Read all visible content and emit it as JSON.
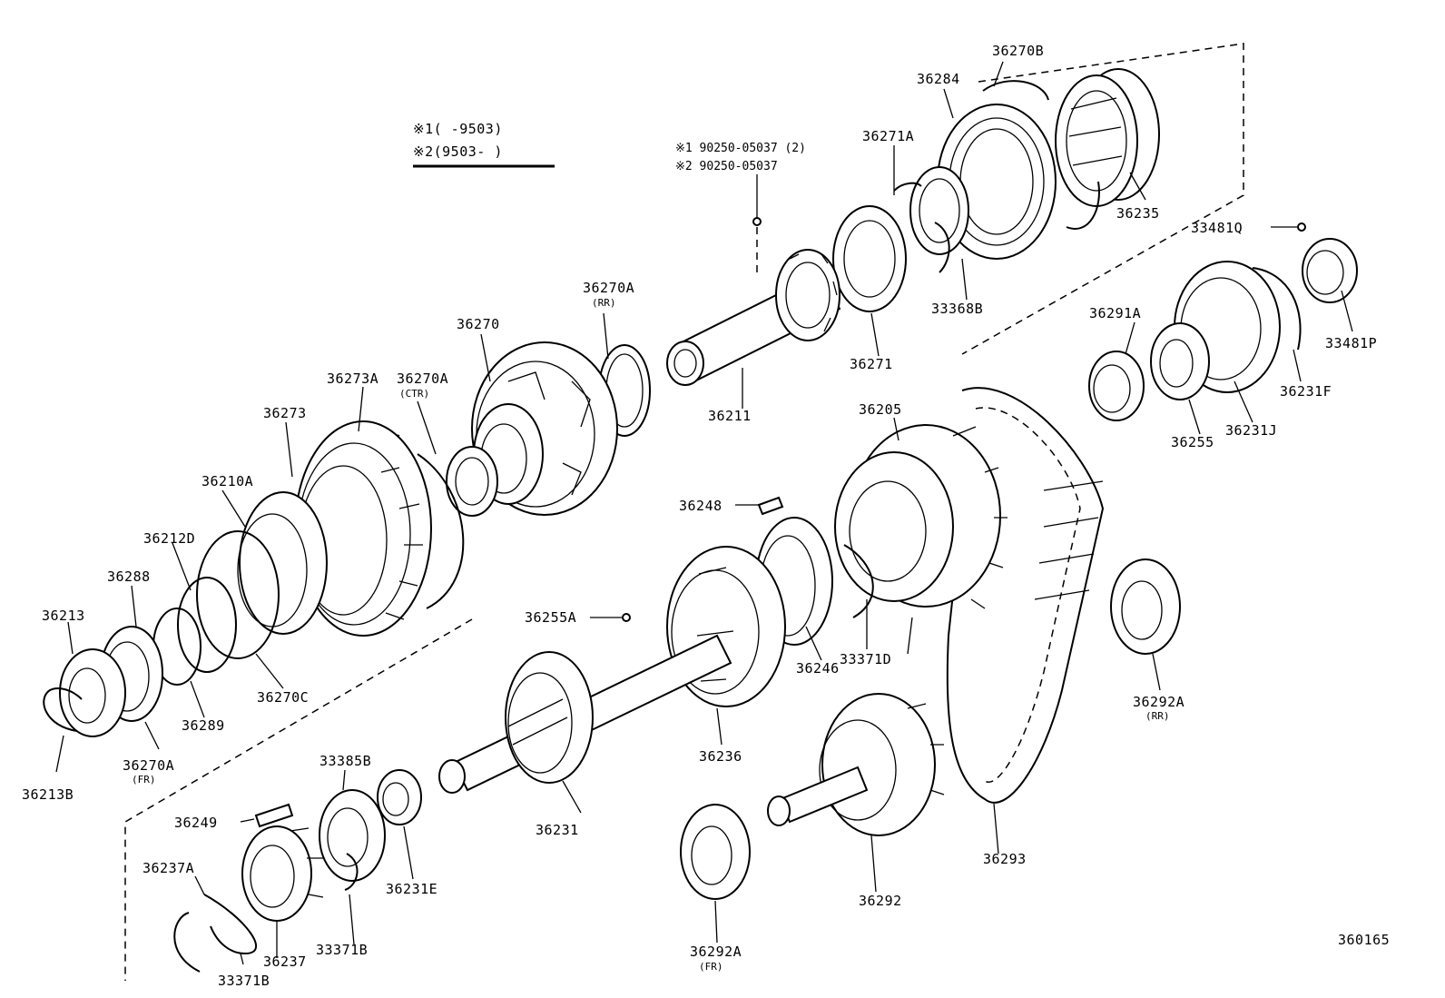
{
  "legend": {
    "line1": "※1(      -9503)",
    "line2": "※2(9503-      )"
  },
  "note": {
    "line1": "※1 90250-05037 (2)",
    "line2": "※2 90250-05037"
  },
  "diagram_id": "360165",
  "parts": {
    "p36270B": "36270B",
    "p36284": "36284",
    "p36271A": "36271A",
    "p36235": "36235",
    "p33481Q": "33481Q",
    "p33368B": "33368B",
    "p36270A_rr": "36270A",
    "p36270A_rr_sub": "(RR)",
    "p36270": "36270",
    "p36211": "36211",
    "p36271": "36271",
    "p36291A": "36291A",
    "p33481P": "33481P",
    "p36231F": "36231F",
    "p36255": "36255",
    "p36231J": "36231J",
    "p36273A": "36273A",
    "p36270A_ctr": "36270A",
    "p36270A_ctr_sub": "(CTR)",
    "p36273": "36273",
    "p36205": "36205",
    "p36210A": "36210A",
    "p36248": "36248",
    "p36212D": "36212D",
    "p36288": "36288",
    "p36213": "36213",
    "p36255A": "36255A",
    "p33371D": "33371D",
    "p36246": "36246",
    "p36270C": "36270C",
    "p36289": "36289",
    "p36292A_rr": "36292A",
    "p36292A_rr_sub": "(RR)",
    "p36270A_fr": "36270A",
    "p36270A_fr_sub": "(FR)",
    "p36213B": "36213B",
    "p36236": "36236",
    "p33385B": "33385B",
    "p36249": "36249",
    "p36231": "36231",
    "p36237A": "36237A",
    "p36231E": "36231E",
    "p36292": "36292",
    "p36293": "36293",
    "p33371B_a": "33371B",
    "p36237": "36237",
    "p33371B_b": "33371B",
    "p36292A_fr": "36292A",
    "p36292A_fr_sub": "(FR)"
  }
}
